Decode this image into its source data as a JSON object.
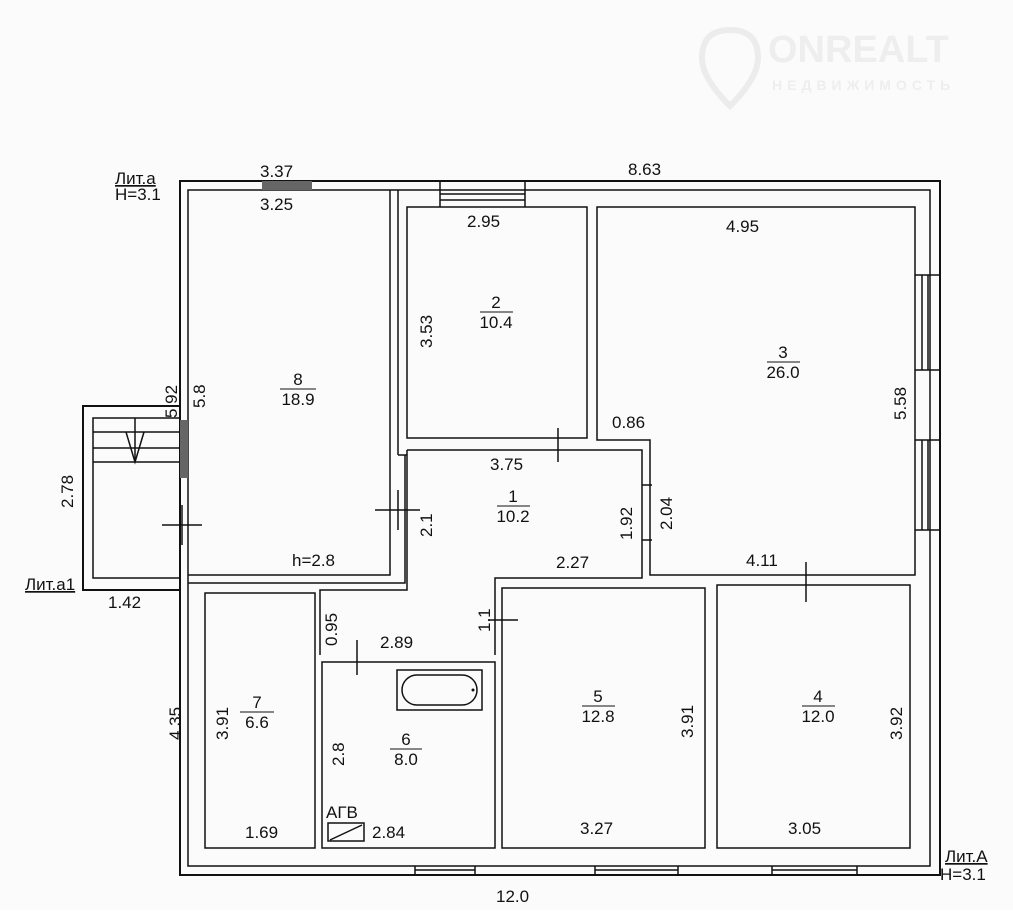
{
  "watermark": {
    "brand": "ONREALT",
    "subtitle": "НЕДВИЖИМОСТЬ"
  },
  "labels": {
    "lit_a": "Лит.а",
    "lit_a_height": "H=3.1",
    "lit_a1": "Лит.а1",
    "lit_A": "Лит.А",
    "lit_A_height": "H=3.1",
    "ceiling_height": "h=2.8",
    "boiler": "АГВ"
  },
  "rooms": [
    {
      "number": "1",
      "area": "10.2"
    },
    {
      "number": "2",
      "area": "10.4"
    },
    {
      "number": "3",
      "area": "26.0"
    },
    {
      "number": "4",
      "area": "12.0"
    },
    {
      "number": "5",
      "area": "12.8"
    },
    {
      "number": "6",
      "area": "8.0"
    },
    {
      "number": "7",
      "area": "6.6"
    },
    {
      "number": "8",
      "area": "18.9"
    }
  ],
  "dimensions": {
    "top_left_outer": "3.37",
    "top_left_inner": "3.25",
    "top_right_outer": "8.63",
    "room2_width": "2.95",
    "room2_height": "3.53",
    "room3_width": "4.95",
    "room3_height": "5.58",
    "room3_notch": "0.86",
    "room8_outer": "5.92",
    "room8_height": "5.8",
    "porch_height": "2.78",
    "porch_width": "1.42",
    "room1_width": "3.75",
    "room1_bottom": "2.27",
    "room1_right": "1.92",
    "room1_right_outer": "2.04",
    "room1_left": "2.1",
    "corridor": "1.1",
    "corridor_height": "0.95",
    "room6_width": "2.89",
    "room4_top": "4.11",
    "room4_height": "3.92",
    "room4_width": "3.05",
    "room5_height": "3.91",
    "room5_width": "3.27",
    "room6_height": "2.8",
    "room6_bottom": "2.84",
    "room7_height": "3.91",
    "room7_width": "1.69",
    "left_outer": "4.35",
    "bottom_total": "12.0"
  }
}
